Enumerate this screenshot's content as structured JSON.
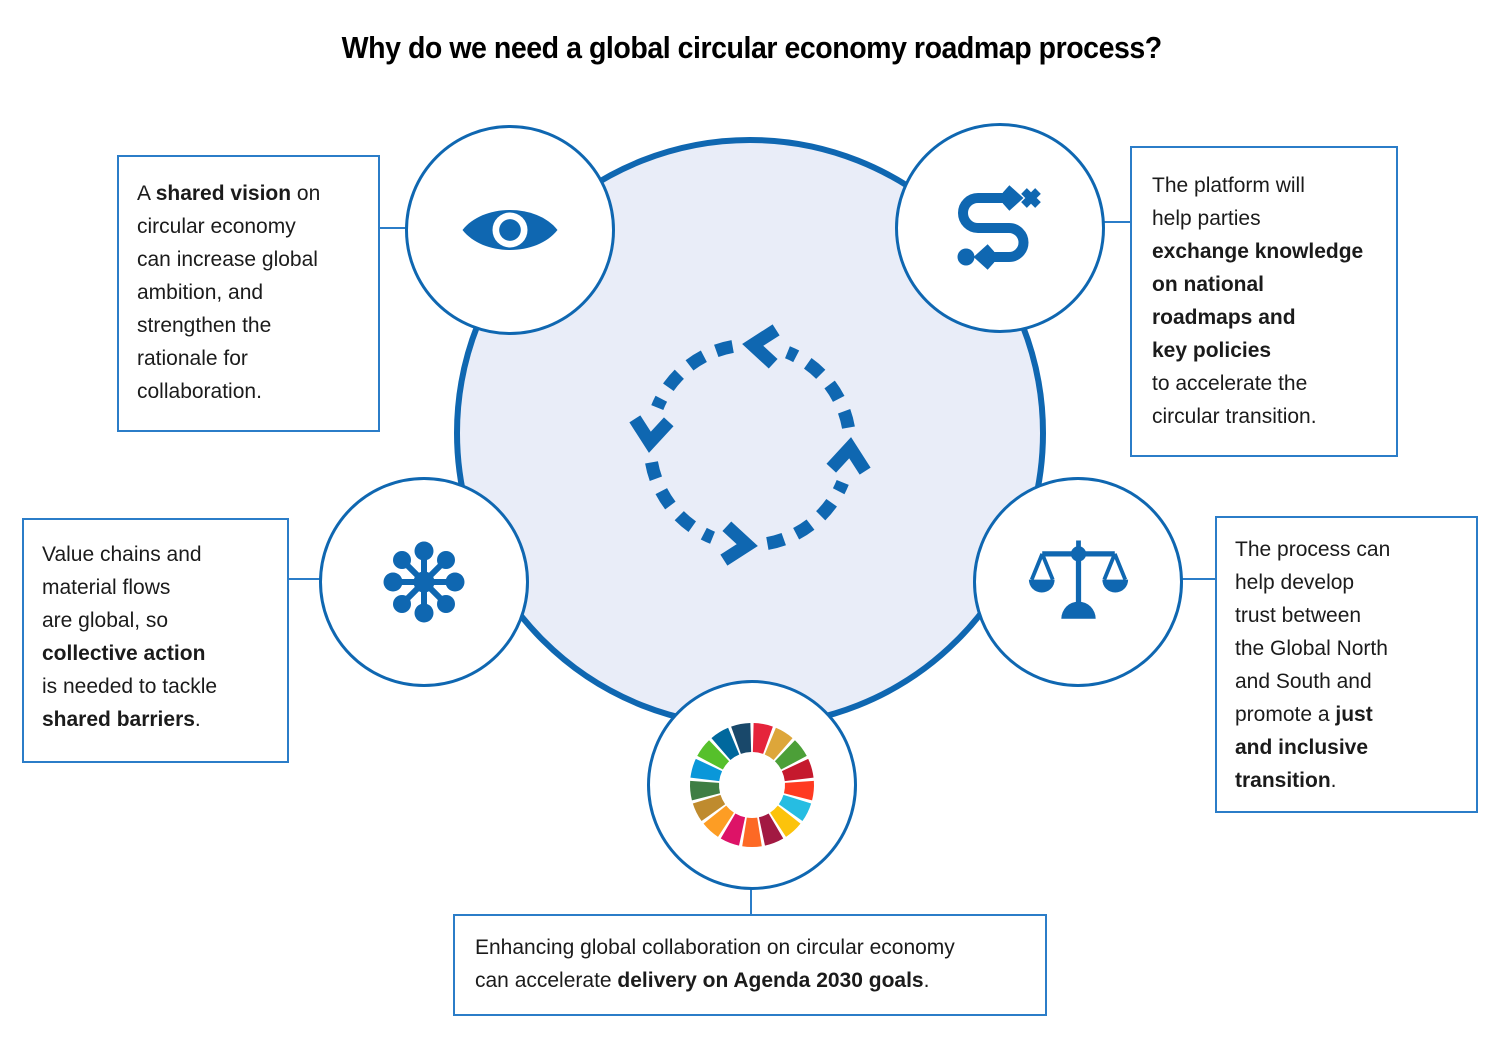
{
  "title": "Why do we need a global circular economy roadmap process?",
  "colors": {
    "primary_blue": "#0f67b1",
    "box_border_blue": "#2b7dc8",
    "center_circle_fill": "#e9edf8",
    "text": "#1b1b1b",
    "title_text": "#000000",
    "background": "#ffffff"
  },
  "center": {
    "icon": "cycle-arrows-icon"
  },
  "nodes": {
    "vision": {
      "icon": "eye-icon",
      "box_lines": [
        "A **shared vision** on",
        "circular economy",
        "can increase global",
        "ambition, and",
        "strengthen the",
        "rationale for",
        "collaboration."
      ]
    },
    "knowledge": {
      "icon": "route-to-goal-icon",
      "box_lines": [
        "The platform will",
        "help parties",
        "**exchange knowledge**",
        "**on national**",
        "**roadmaps and**",
        "**key policies**",
        "to accelerate the",
        "circular transition."
      ]
    },
    "collective": {
      "icon": "network-hub-icon",
      "box_lines": [
        "Value chains and",
        "material flows",
        "are global, so",
        "**collective action**",
        "is needed to tackle",
        "**shared barriers**."
      ]
    },
    "trust": {
      "icon": "balance-scales-icon",
      "box_lines": [
        "The process can",
        "help develop",
        "trust between",
        "the Global North",
        "and South and",
        "promote a **just**",
        "**and inclusive**",
        "**transition**."
      ]
    },
    "agenda": {
      "icon": "sdg-wheel-icon",
      "box_lines": [
        "Enhancing global collaboration on circular economy",
        "can accelerate **delivery on Agenda 2030 goals**."
      ]
    }
  },
  "sdg_colors": [
    "#E5243B",
    "#DDA63A",
    "#4C9F38",
    "#C5192D",
    "#FF3A21",
    "#26BDE2",
    "#FCC30B",
    "#A21942",
    "#FD6925",
    "#DD1367",
    "#FD9D24",
    "#BF8B2E",
    "#3F7E44",
    "#0A97D9",
    "#56C02B",
    "#00689D",
    "#19486A"
  ]
}
